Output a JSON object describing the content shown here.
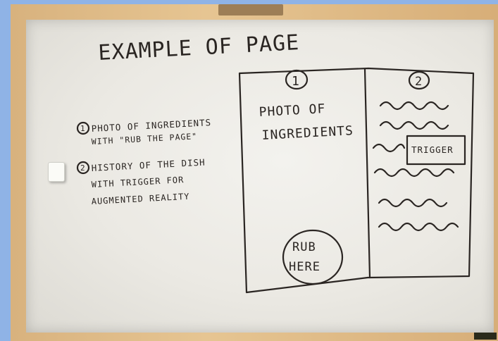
{
  "title": "EXAMPLE OF PAGE",
  "notes": [
    {
      "num": "1",
      "lines": [
        "PHOTO OF INGREDIENTS",
        "WITH \"RUB THE PAGE\""
      ]
    },
    {
      "num": "2",
      "lines": [
        "HISTORY OF THE DISH",
        "WITH TRIGGER FOR",
        "AUGMENTED REALITY"
      ]
    }
  ],
  "sketch": {
    "panel1": {
      "num": "1",
      "text": [
        "PHOTO OF",
        "INGREDIENTS"
      ],
      "rub": [
        "RUB",
        "HERE"
      ]
    },
    "panel2": {
      "num": "2",
      "trigger": "TRIGGER"
    }
  }
}
